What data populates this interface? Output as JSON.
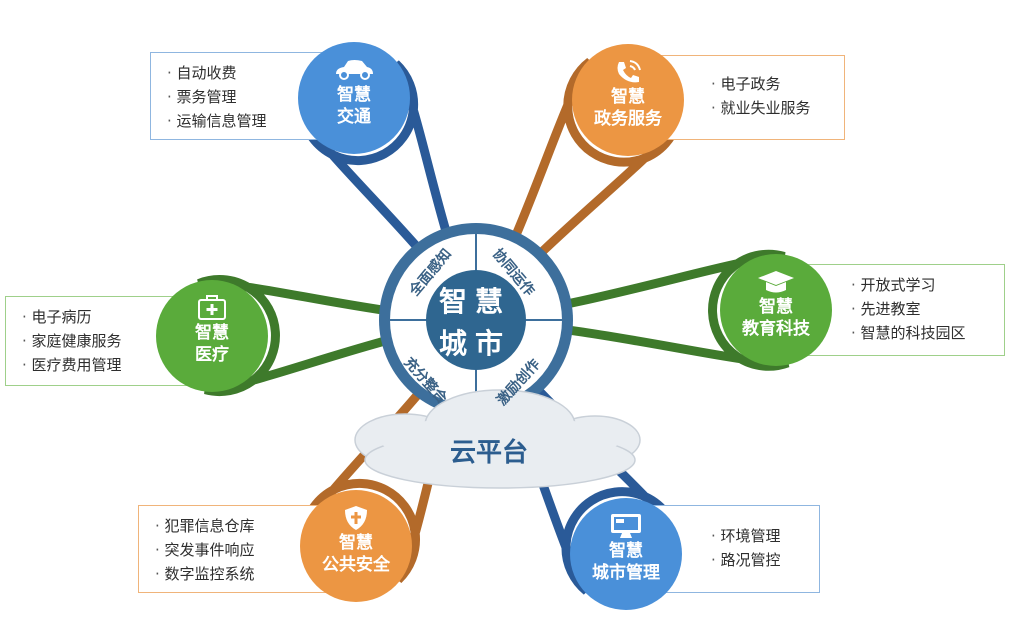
{
  "colors": {
    "blue": "#4a90d9",
    "orange": "#ec9643",
    "green": "#5aab3b",
    "ring": "#3d6f9c",
    "core": "#2f6690",
    "blue_line": "#2a5a98",
    "orange_line": "#b36a2a",
    "green_line": "#3e7a2b"
  },
  "center": {
    "line1": "智慧",
    "line2": "城市",
    "quadrants": [
      "全面感知",
      "协同运作",
      "充分整合",
      "激励创作"
    ]
  },
  "cloud": {
    "label": "云平台"
  },
  "nodes": [
    {
      "id": "traffic",
      "icon": "car-icon",
      "line1": "智慧",
      "line2": "交通",
      "items": [
        "自动收费",
        "票务管理",
        "运输信息管理"
      ]
    },
    {
      "id": "government",
      "icon": "phone-icon",
      "line1": "智慧",
      "line2": "政务服务",
      "items": [
        "电子政务",
        "就业失业服务"
      ]
    },
    {
      "id": "education",
      "icon": "graduation-cap-icon",
      "line1": "智慧",
      "line2": "教育科技",
      "items": [
        "开放式学习",
        "先进教室",
        "智慧的科技园区"
      ]
    },
    {
      "id": "medical",
      "icon": "medical-kit-icon",
      "line1": "智慧",
      "line2": "医疗",
      "items": [
        "电子病历",
        "家庭健康服务",
        "医疗费用管理"
      ]
    },
    {
      "id": "safety",
      "icon": "shield-icon",
      "line1": "智慧",
      "line2": "公共安全",
      "items": [
        "犯罪信息仓库",
        "突发事件响应",
        "数字监控系统"
      ]
    },
    {
      "id": "city-management",
      "icon": "monitor-icon",
      "line1": "智慧",
      "line2": "城市管理",
      "items": [
        "环境管理",
        "路况管控"
      ]
    }
  ]
}
